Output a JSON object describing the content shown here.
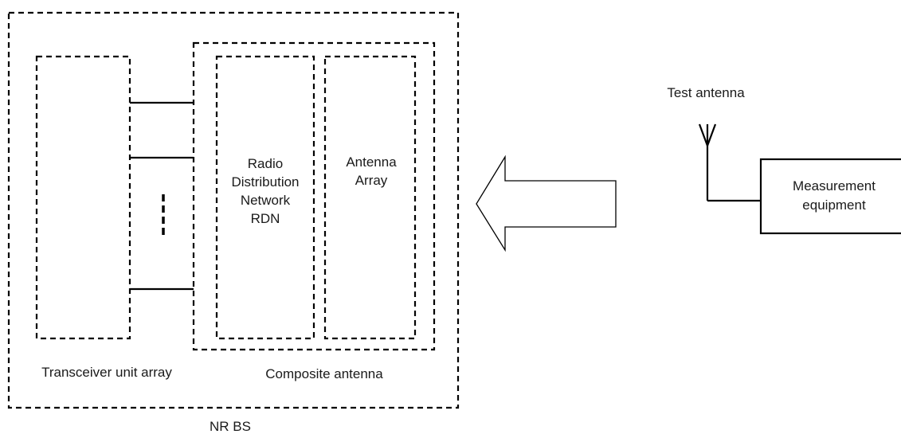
{
  "diagram": {
    "nr_bs_label": "NR BS",
    "transceiver_label": "Transceiver unit array",
    "composite_label": "Composite antenna",
    "rdn_lines": [
      "Radio",
      "Distribution",
      "Network",
      "RDN"
    ],
    "antenna_array_lines": [
      "Antenna",
      "Array"
    ],
    "test_antenna_label": "Test antenna",
    "measurement_lines": [
      "Measurement",
      "equipment"
    ]
  },
  "colors": {
    "stroke": "#000000",
    "text": "#1a1a1a"
  }
}
